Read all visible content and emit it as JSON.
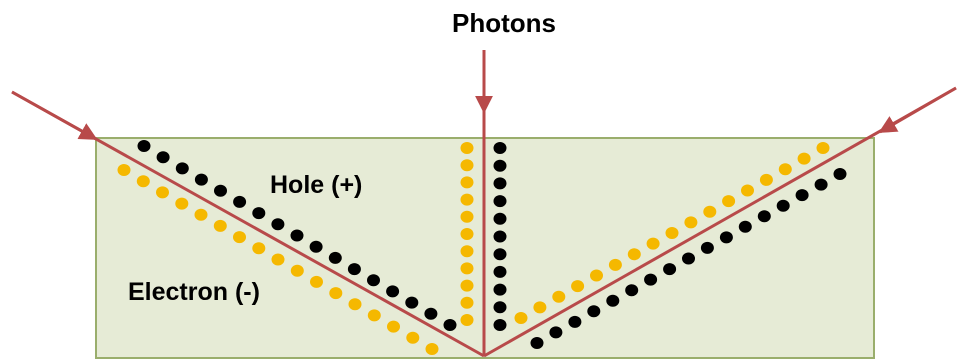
{
  "title": "Photons",
  "labels": {
    "hole": "Hole (+)",
    "electron": "Electron (-)"
  },
  "colors": {
    "slab_fill": "#e6ebd6",
    "slab_stroke": "#9aae6c",
    "ray": "#b84a4a",
    "hole_dot": "#000000",
    "electron_dot": "#f5b800"
  },
  "legend_semantics": {
    "black_dots": "hole",
    "yellow_dots": "electron"
  }
}
